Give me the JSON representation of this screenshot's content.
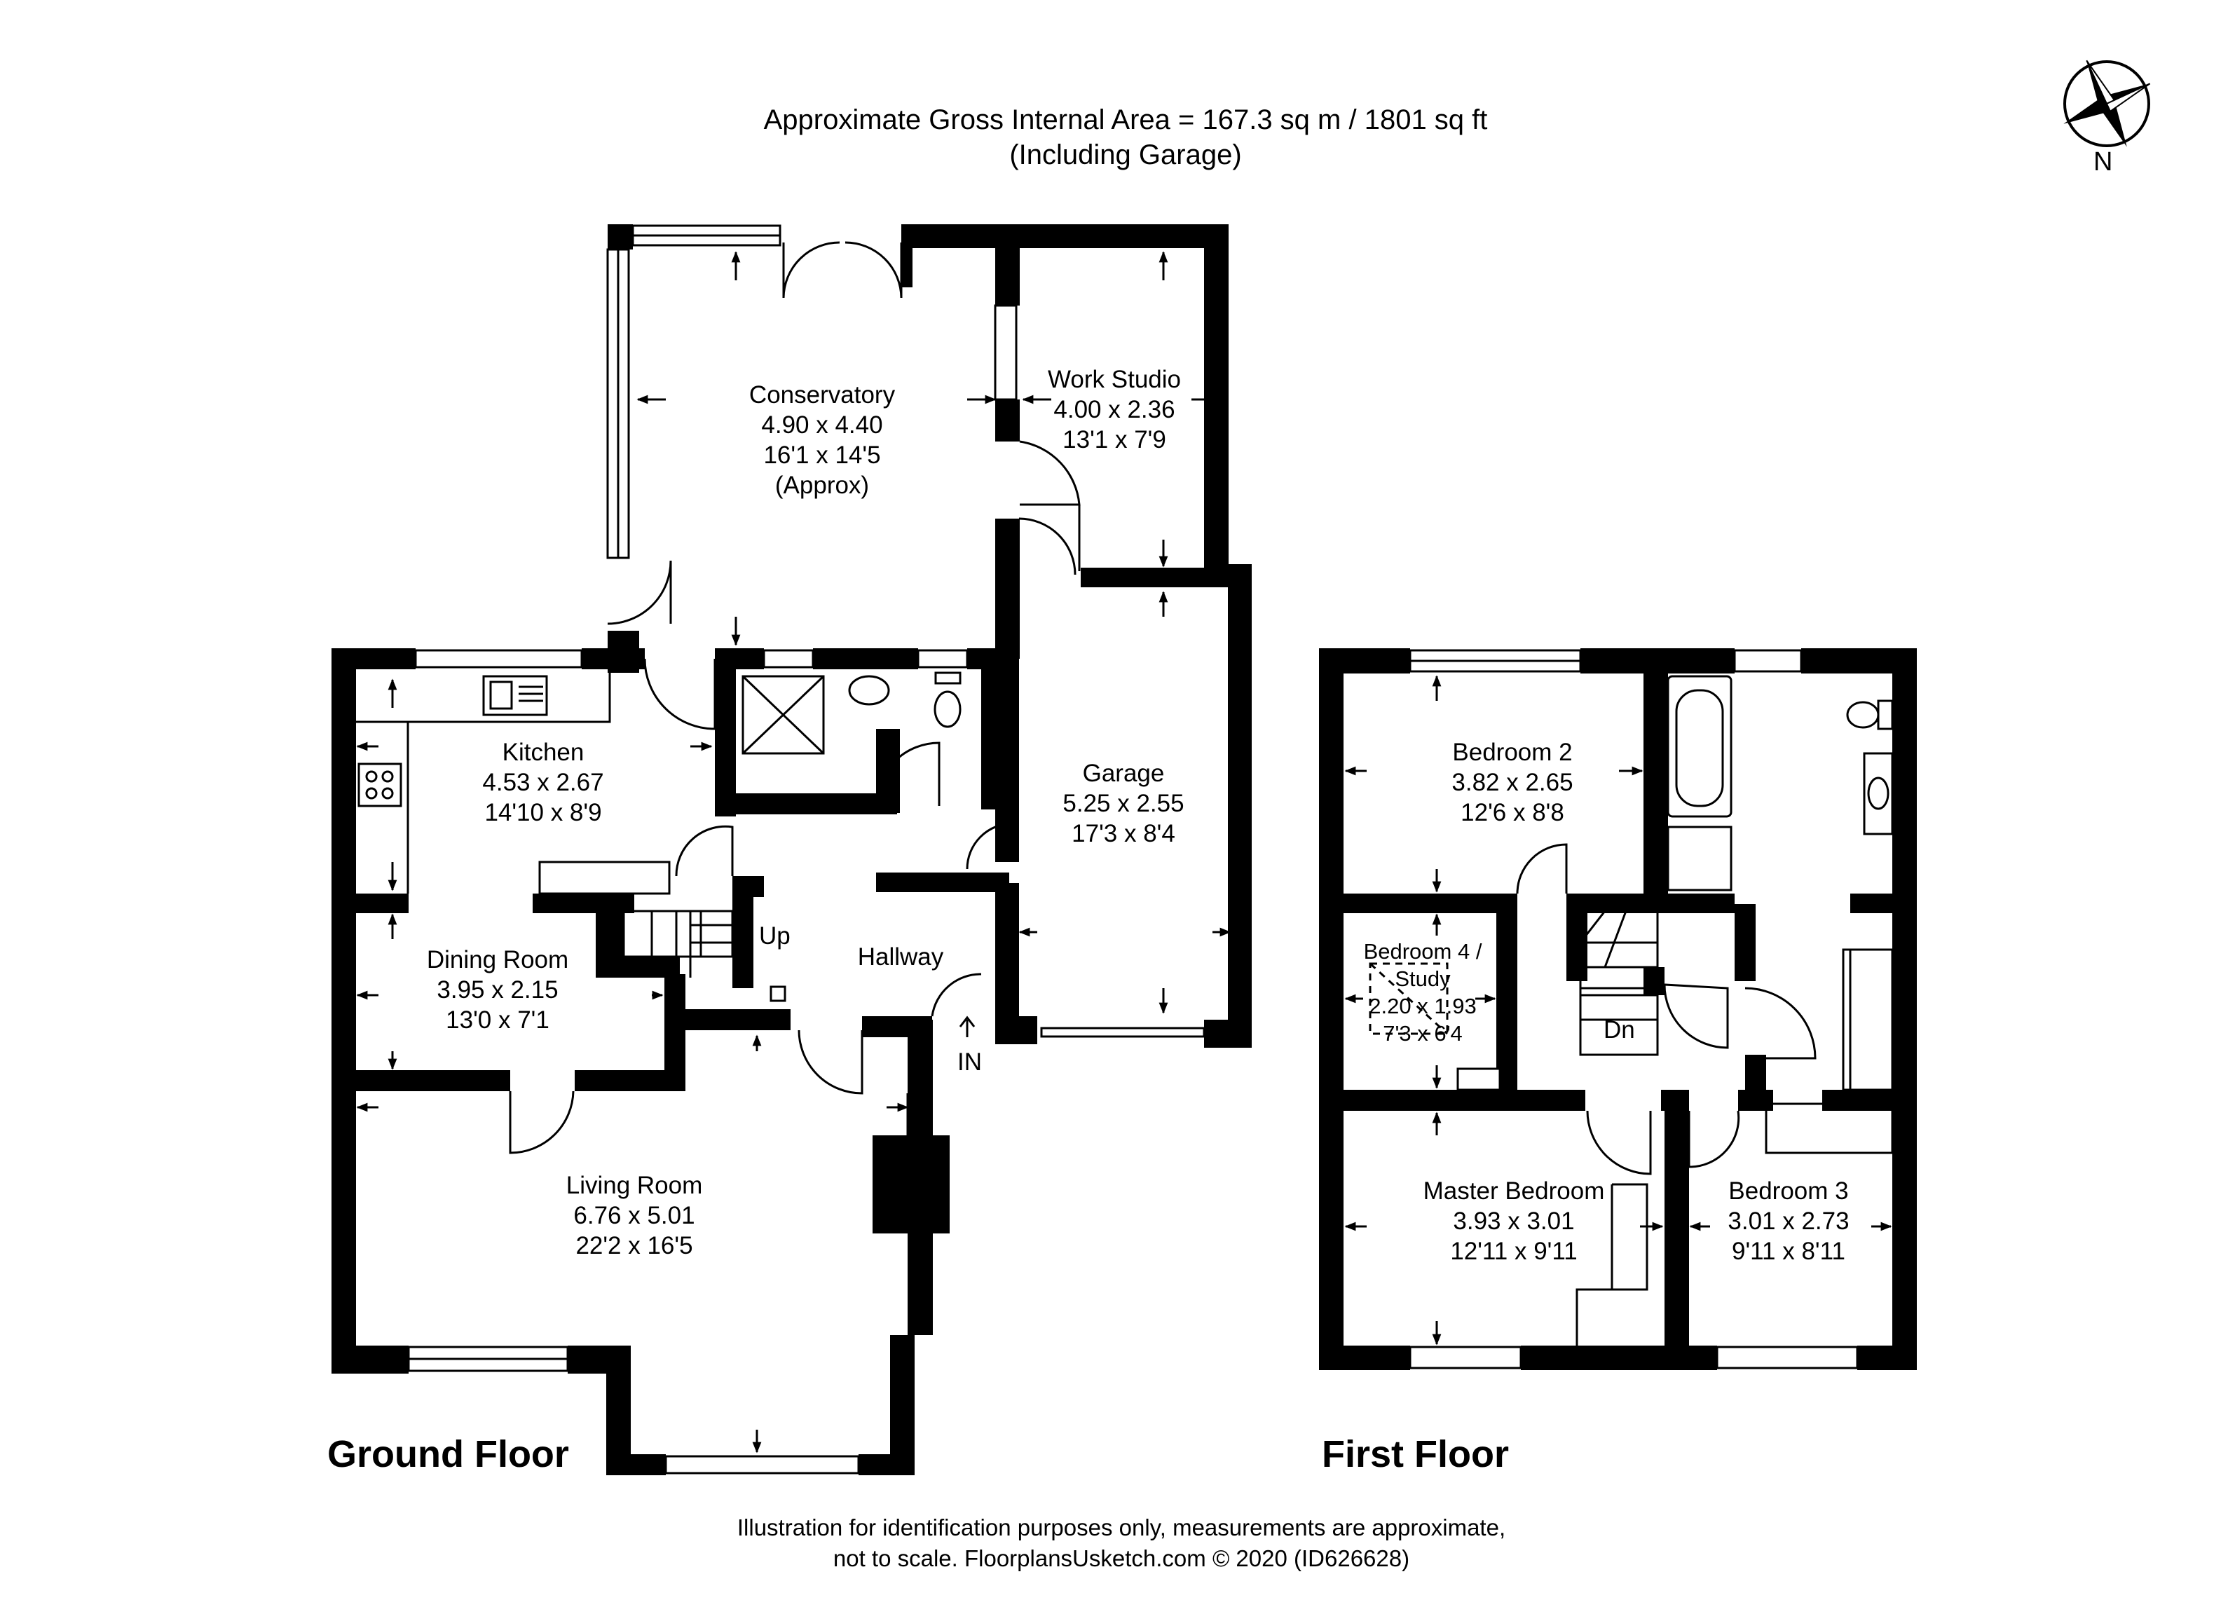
{
  "header": {
    "line1": "Approximate Gross Internal Area = 167.3 sq m / 1801 sq ft",
    "line2": "(Including Garage)"
  },
  "compass": {
    "label": "N"
  },
  "ground_floor": {
    "label": "Ground Floor",
    "entrance": "IN",
    "stairs": "Up",
    "rooms": {
      "conservatory": {
        "name": "Conservatory",
        "metric": "4.90 x 4.40",
        "imperial": "16'1 x 14'5",
        "note": "(Approx)"
      },
      "work_studio": {
        "name": "Work Studio",
        "metric": "4.00 x 2.36",
        "imperial": "13'1 x 7'9"
      },
      "kitchen": {
        "name": "Kitchen",
        "metric": "4.53 x 2.67",
        "imperial": "14'10 x 8'9"
      },
      "garage": {
        "name": "Garage",
        "metric": "5.25 x 2.55",
        "imperial": "17'3 x 8'4"
      },
      "dining_room": {
        "name": "Dining Room",
        "metric": "3.95 x 2.15",
        "imperial": "13'0 x 7'1"
      },
      "hallway": {
        "name": "Hallway"
      },
      "living_room": {
        "name": "Living Room",
        "metric": "6.76 x 5.01",
        "imperial": "22'2 x 16'5"
      }
    }
  },
  "first_floor": {
    "label": "First Floor",
    "stairs": "Dn",
    "rooms": {
      "bedroom2": {
        "name": "Bedroom 2",
        "metric": "3.82 x 2.65",
        "imperial": "12'6 x 8'8"
      },
      "bedroom4": {
        "name": "Bedroom 4 /",
        "name2": "Study",
        "metric": "2.20 x 1.93",
        "imperial": "7'3 x 6'4"
      },
      "master": {
        "name": "Master Bedroom",
        "metric": "3.93 x 3.01",
        "imperial": "12'11 x 9'11"
      },
      "bedroom3": {
        "name": "Bedroom 3",
        "metric": "3.01 x 2.73",
        "imperial": "9'11 x 8'11"
      }
    }
  },
  "footer": {
    "line1": "Illustration for identification purposes only, measurements are approximate,",
    "line2": "not to scale. FloorplansUsketch.com © 2020 (ID626628)"
  }
}
